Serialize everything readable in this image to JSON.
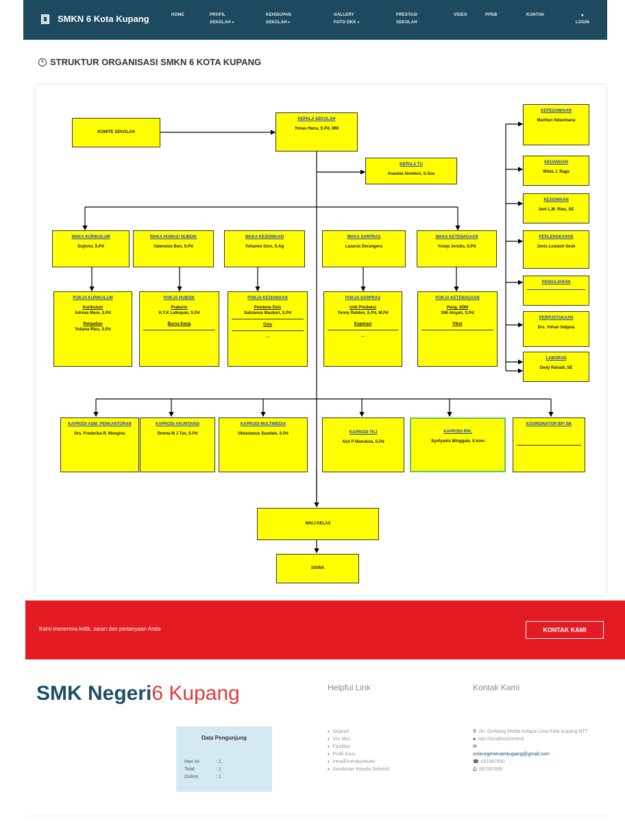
{
  "navbar": {
    "brand": "SMKN 6 Kota Kupang",
    "items": [
      {
        "l1": "HOME",
        "l2": ""
      },
      {
        "l1": "PROFIL",
        "l2": "SEKOLAH"
      },
      {
        "l1": "KEHIDUPAN",
        "l2": "SEKOLAH"
      },
      {
        "l1": "GALLERY",
        "l2": "FOTO DKK"
      },
      {
        "l1": "PRESTASI",
        "l2": "SEKOLAH"
      },
      {
        "l1": "VIDEO",
        "l2": ""
      },
      {
        "l1": "PPDB",
        "l2": ""
      },
      {
        "l1": "KONTAK",
        "l2": ""
      },
      {
        "l1": "",
        "l2": "LOGIN"
      }
    ]
  },
  "page_title": "STRUKTUR ORGANISASI SMKN 6 KOTA KUPANG",
  "org": {
    "komite": "KOMITE SEKOLAH",
    "kepala": {
      "title": "KEPALA SEKOLAH",
      "name": "Yonas Hanu, S.Pd, MM"
    },
    "kepala_tu": {
      "title": "KEPALA TU",
      "name": "Anastas Nomleni, S.Sos"
    },
    "waka": [
      {
        "title": "WAKA KURIKULUM",
        "name": "Sujiono, S.Pd"
      },
      {
        "title": "WAKA HUMAS/ HUBDIK",
        "name": "Valensius Bon, S.Pd"
      },
      {
        "title": "WAKA KESISWAAN",
        "name": "Yohanes Sion, S.Ag"
      },
      {
        "title": "WAKA SARPRAS",
        "name": "Lazarus Derangeru"
      },
      {
        "title": "WAKA KETENAGAAN",
        "name": "Yosep Jerubu, S.Pd"
      }
    ],
    "pokja": [
      {
        "title": "POKJA KURIKULUM",
        "l1u": "Kurikulum",
        "l1": "Adreas Mare, S.Pd",
        "l2u": "Penjadian",
        "l2": "Yuliana Rieu, S.Pd"
      },
      {
        "title": "POKJA HUBDIK",
        "l1u": "Prakerin",
        "l1": "H.Y.K Lalkopan, S.Pd",
        "l2u": "Bursa Kerja",
        "l2": ""
      },
      {
        "title": "POKJA KESISWAAN",
        "l1u": "Pembina Osis",
        "l1": "Salvianus Maukari, S.Pd",
        "l2u": "Osis",
        "l2": "..."
      },
      {
        "title": "POKJA SARPRAS",
        "l1u": "Unit Produksi",
        "l1": "Yenny Ratdon, S.Pd, M.Pd",
        "l2u": "Koperasi",
        "l2": "..."
      },
      {
        "title": "POKJA KETENAGAAN",
        "l1u": "Peng. SDM",
        "l1": "SMI Aisyah, S.Pd",
        "l2u": "Piket",
        "l2": ""
      }
    ],
    "right": [
      {
        "title": "KEPEGAWAIAN",
        "name": "Marthen Ndaomanu"
      },
      {
        "title": "KEUANGAN",
        "name": "Wilda J. Raga"
      },
      {
        "title": "KESISWAAN",
        "name": "Jeni L.M. Rieu, SE"
      },
      {
        "title": "PERLENGKAPAN",
        "name": "Jenis Loalaoh Seuk"
      },
      {
        "title": "PENGAJARAN",
        "name": ""
      },
      {
        "title": "PERPUSTAKAAN",
        "name": "Drs. Yohan Seljana"
      },
      {
        "title": "LABORAN",
        "name": "Dedy Rahadi, SE"
      }
    ],
    "kaprodi": [
      {
        "title": "KAPRODI ADM. PERKANTORAN",
        "name": "Drs. Frederika R. Manginu"
      },
      {
        "title": "KAPRODI AKUNTANSI",
        "name": "Donna M J Tse, S.Pd"
      },
      {
        "title": "KAPRODI MULTIMEDIA",
        "name": "Oktavianus Saudale, S.Pd"
      },
      {
        "title": "KAPRODI TKJ",
        "name": "Alut P Manukoa, S.Pd"
      },
      {
        "title": "KAPRODI RPL",
        "name": "Syofyanto Minggale, S.kom"
      },
      {
        "title": "KOORDINATOR BP/ BK",
        "name": ""
      }
    ],
    "wali": "WALI KELAS",
    "siswa": "SISWA"
  },
  "banner": {
    "text": "Kami menerima kritik, saran dan pertanyaan Anda",
    "button": "KONTAK KAMI"
  },
  "footer": {
    "brand_bold": "SMK Negeri",
    "brand_thin": "6 Kupang",
    "visitors": {
      "title": "Data Pengunjung",
      "rows": [
        {
          "k": "Hari ini",
          "v": ": 1"
        },
        {
          "k": "Total",
          "v": ": 1"
        },
        {
          "k": "Online",
          "v": ": 1"
        }
      ]
    },
    "links_title": "Helpful Link",
    "links": [
      "Sejarah",
      "Visi Misi",
      "Fasilitas",
      "Profil Guru",
      "Intra/Ekstrakurikuler",
      "Sambutan Kepala Sekolah"
    ],
    "contact_title": "Kontak Kami",
    "contact": {
      "address": "Jln. Gerbang Media Kelapa Lima Kota Kupang NTT",
      "web": "http://localhost/smkn6",
      "email": "smknegerienamkupang@gmail.com",
      "phone": "081567890",
      "fax": "081567890"
    }
  }
}
